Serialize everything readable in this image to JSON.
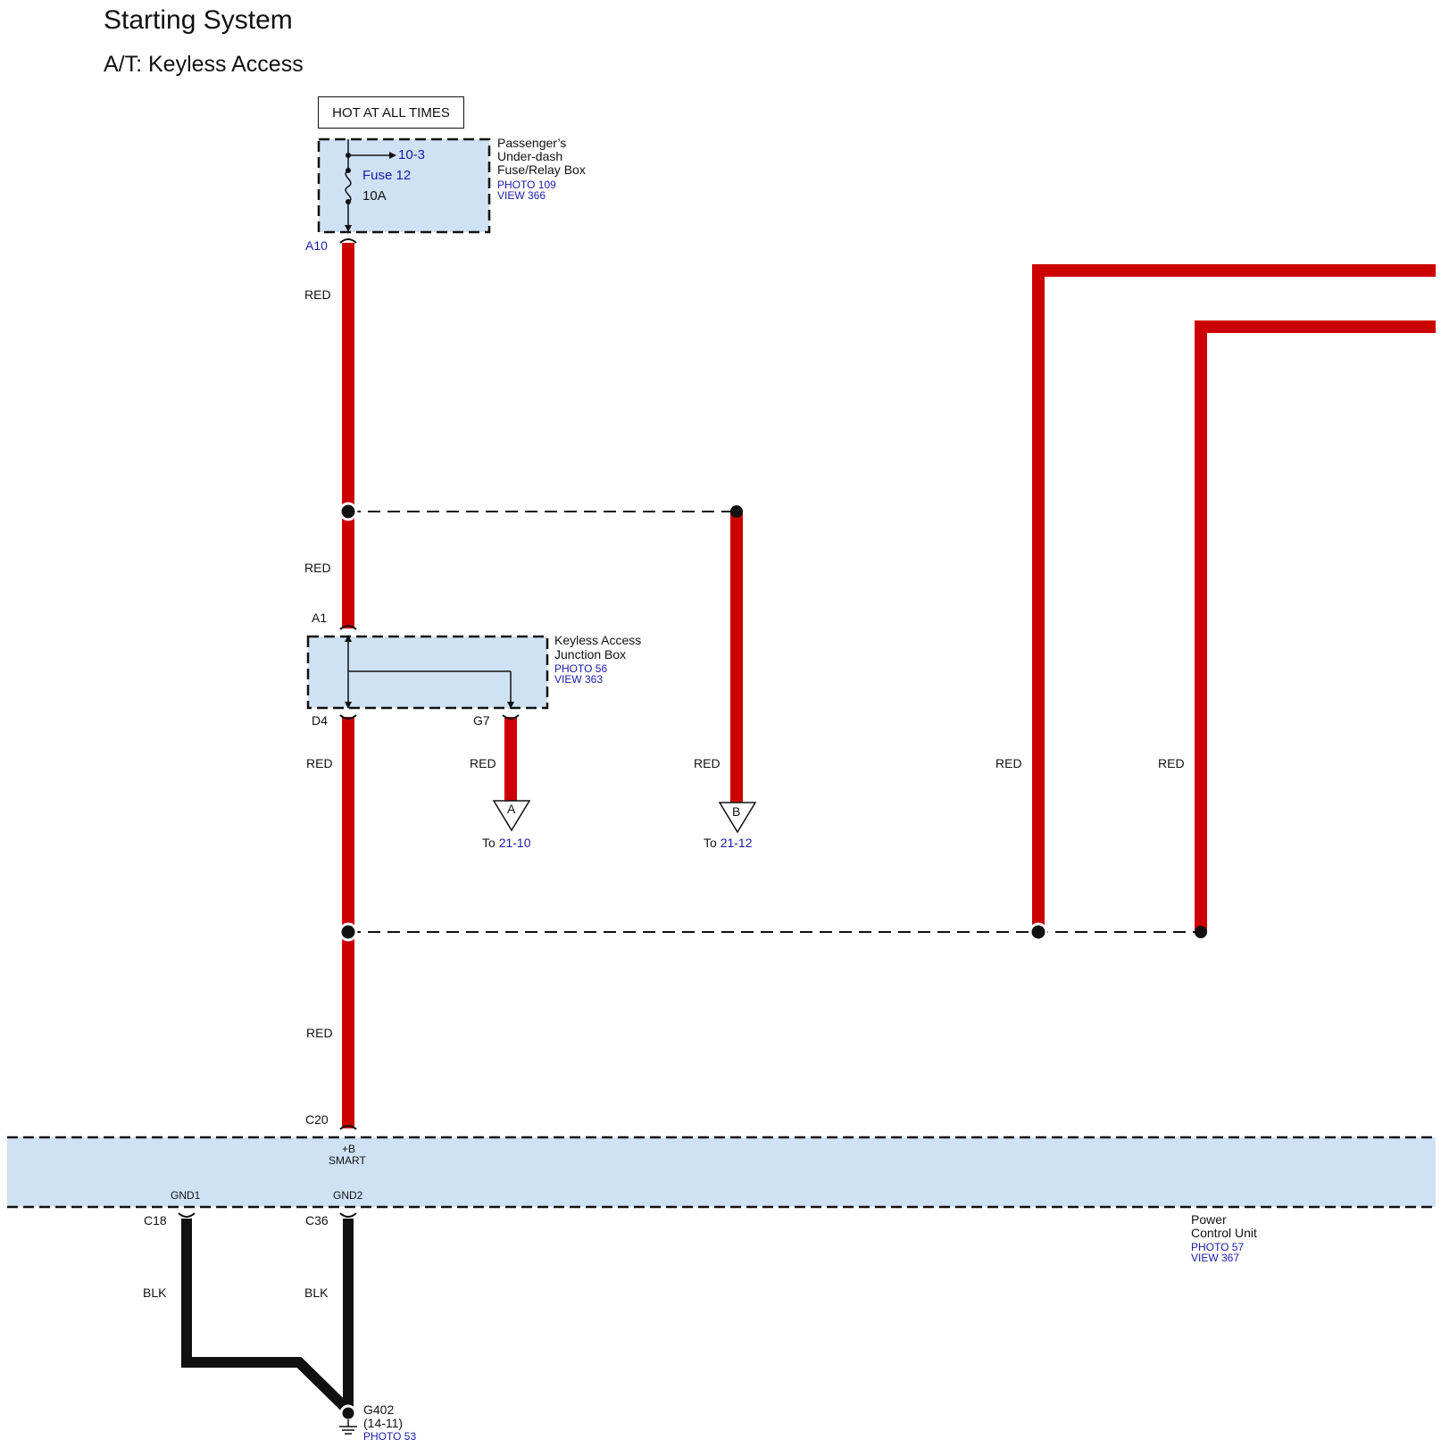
{
  "header": {
    "title": "Starting System",
    "subtitle": "A/T: Keyless Access",
    "hot_label": "HOT AT ALL TIMES"
  },
  "fuse_box": {
    "name_line1": "Passenger’s",
    "name_line2": "Under-dash",
    "name_line3": "Fuse/Relay Box",
    "photo": "PHOTO 109",
    "view": "VIEW 366",
    "ref": "10-3",
    "fuse": "Fuse 12",
    "rating": "10A",
    "output_pin": "A10"
  },
  "junction_box": {
    "name_line1": "Keyless Access",
    "name_line2": "Junction Box",
    "photo": "PHOTO 56",
    "view": "VIEW 363",
    "input_pin": "A1",
    "output_pin_1": "D4",
    "output_pin_2": "G7"
  },
  "wires": {
    "w1": "RED",
    "w2": "RED",
    "w3": "RED",
    "w4": "RED",
    "w5": "RED",
    "w6": "RED",
    "w7": "RED",
    "w8": "RED",
    "w9": "BLK",
    "w10": "BLK"
  },
  "connectors": {
    "a": {
      "letter": "A",
      "to_prefix": "To ",
      "page": "21-10"
    },
    "b": {
      "letter": "B",
      "to_prefix": "To ",
      "page": "21-12"
    }
  },
  "pcu": {
    "pin_power": "C20",
    "power_line1": "+B",
    "power_line2": "SMART",
    "gnd1": "GND1",
    "gnd2": "GND2",
    "pin_gnd1": "C18",
    "pin_gnd2": "C36",
    "name_line1": "Power",
    "name_line2": "Control Unit",
    "photo": "PHOTO 57",
    "view": "VIEW 367"
  },
  "ground": {
    "id": "G402",
    "ref": "(14-11)",
    "photo": "PHOTO 53"
  },
  "colors": {
    "wire_red": "#cc0000",
    "wire_black": "#111111",
    "box_fill": "#cfe2f5",
    "link_blue": "#1a1aa6"
  }
}
